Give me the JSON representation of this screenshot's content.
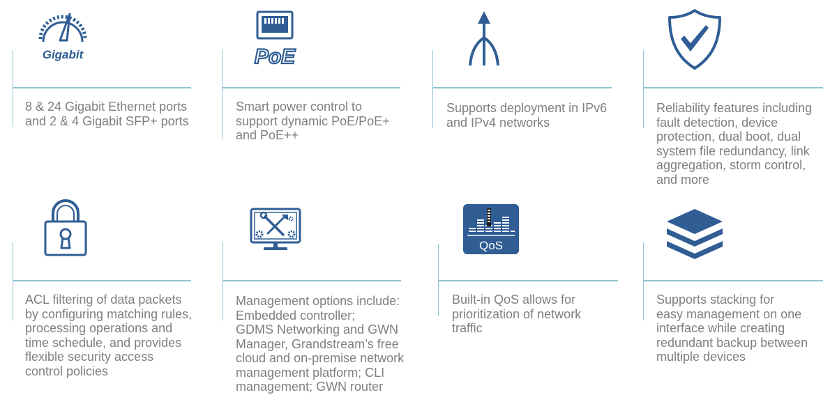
{
  "colors": {
    "icon": "#2f5d94",
    "divider": "#8fc3d3",
    "text": "#7f7f7f",
    "background": "#ffffff"
  },
  "features": [
    {
      "icon": "gauge-icon",
      "icon_text": "Gigabit",
      "description": "8 & 24 Gigabit Ethernet ports\nand 2 & 4 Gigabit SFP+ ports"
    },
    {
      "icon": "poe-port-icon",
      "icon_text": "PoE",
      "description": "Smart power control to\nsupport dynamic PoE/PoE+\nand PoE++"
    },
    {
      "icon": "network-split-arrow-icon",
      "description": "Supports deployment in IPv6\nand IPv4 networks"
    },
    {
      "icon": "shield-check-icon",
      "description": "Reliability features including\nfault detection, device\nprotection, dual boot, dual\nsystem file redundancy, link\naggregation, storm control,\nand more"
    },
    {
      "icon": "padlock-icon",
      "description": "ACL filtering of data packets\nby configuring matching rules,\nprocessing operations and\ntime schedule, and provides\nflexible security access\ncontrol policies"
    },
    {
      "icon": "monitor-tools-icon",
      "description": "Management options include:\nEmbedded controller;\nGDMS Networking and GWN\nManager, Grandstream’s free\ncloud and on-premise network\nmanagement platform; CLI\nmanagement; GWN router"
    },
    {
      "icon": "qos-equalizer-icon",
      "icon_text": "QoS",
      "description": "Built-in QoS allows for\nprioritization of network\ntraffic"
    },
    {
      "icon": "stack-layers-icon",
      "description": "Supports stacking for\neasy management on one\ninterface while creating\nredundant backup between\nmultiple devices"
    }
  ]
}
